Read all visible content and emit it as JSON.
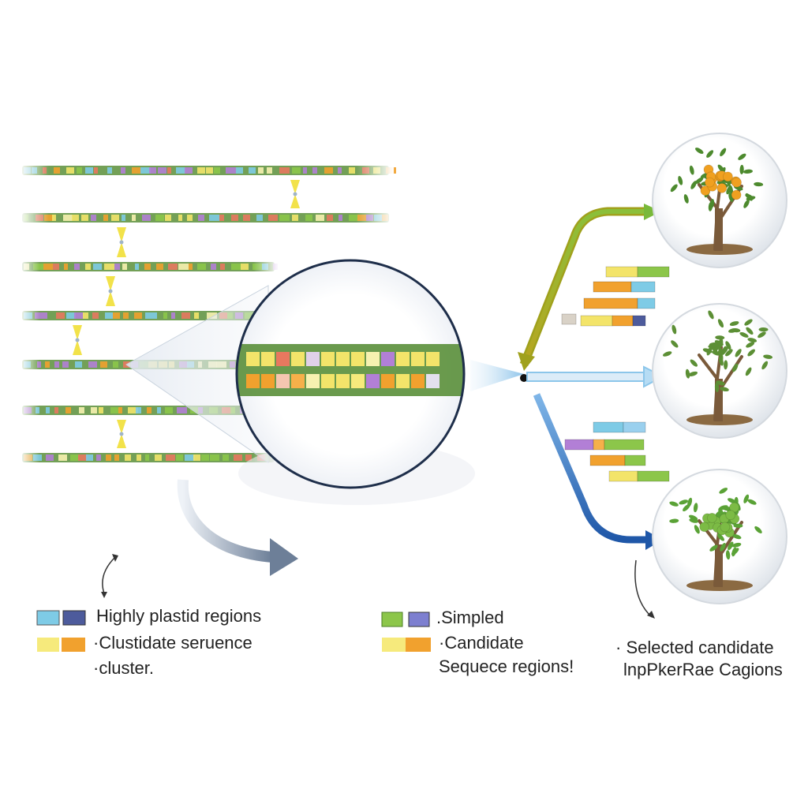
{
  "colors": {
    "strand_green": "#5a8f3a",
    "light_blue": "#7ecbe6",
    "navy": "#4d5b9c",
    "yellow": "#f3e46a",
    "orange": "#f1a12e",
    "green": "#8cc64a",
    "purple": "#b27fd6",
    "red": "#e8785f",
    "arrow_olive": "#a6ad23",
    "arrow_sky": "#8cc6ea",
    "arrow_blue": "#2f6fb8"
  },
  "legend": {
    "left": {
      "line1": "Highly plastid regions",
      "line2": "·Clustidate seruence",
      "line3": "·cluster."
    },
    "middle": {
      "line1": ".Simpled",
      "line2": "·Candidate",
      "line3": "Sequece regions!"
    },
    "right": {
      "line1": "· Selected candidate",
      "line2": "lnpPkerRae Cagions"
    }
  },
  "icons": {
    "arrows": [
      "curved-arrow-icon",
      "double-head-arrow-icon",
      "down-arrow-icon"
    ],
    "trees": [
      "orange-fruit-tree-icon",
      "bare-tree-icon",
      "green-fruit-tree-icon"
    ]
  }
}
